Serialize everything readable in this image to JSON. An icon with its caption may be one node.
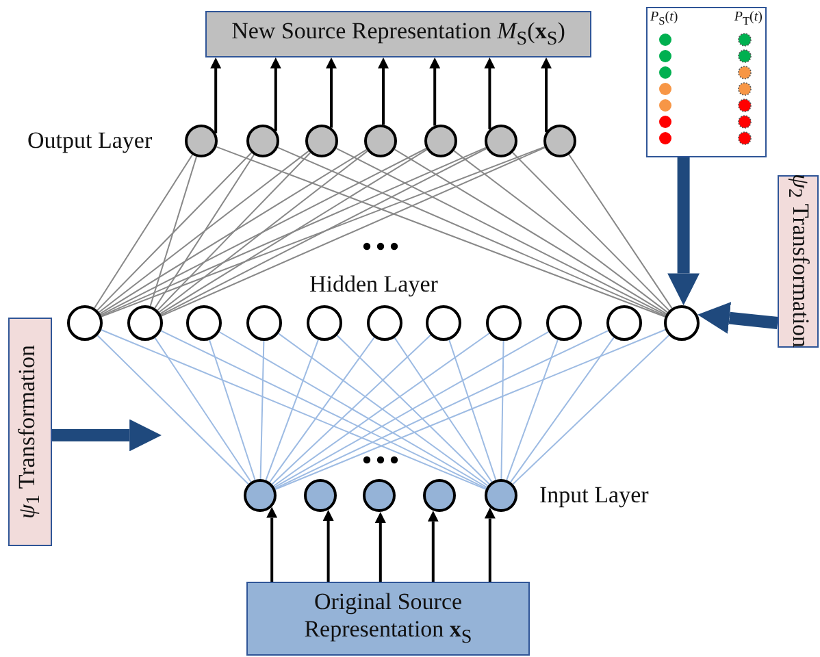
{
  "diagram": {
    "nodes": [
      {
        "text": [
          "New Source Representation *M*$_{S}$(**x**$_{S}$)"
        ]
      },
      {
        "text": [
          "*P*$_{S}$(*t*)",
          "*P*$_{T}$(*t*)"
        ]
      },
      {
        "text": [],
        "shape": "circle"
      },
      {
        "text": [],
        "shape": "circle"
      },
      {
        "text": [],
        "shape": "circle"
      },
      {
        "text": [],
        "shape": "circle"
      },
      {
        "text": [],
        "shape": "circle"
      },
      {
        "text": [],
        "shape": "circle"
      },
      {
        "text": [],
        "shape": "circle"
      },
      {
        "text": [
          "*ψ*$_{2}$ Transformation"
        ]
      },
      {
        "text": [],
        "shape": "circle"
      },
      {
        "text": [],
        "shape": "circle"
      },
      {
        "text": [],
        "shape": "circle"
      },
      {
        "text": [],
        "shape": "circle"
      },
      {
        "text": [],
        "shape": "circle"
      },
      {
        "text": [],
        "shape": "circle"
      },
      {
        "text": [],
        "shape": "circle"
      },
      {
        "text": [],
        "shape": "circle"
      },
      {
        "text": [],
        "shape": "circle"
      },
      {
        "text": [],
        "shape": "circle"
      },
      {
        "text": [],
        "shape": "circle"
      },
      {
        "text": [
          "*ψ*$_{1}$ Transformation"
        ]
      },
      {
        "text": [],
        "shape": "circle"
      },
      {
        "text": [],
        "shape": "circle"
      },
      {
        "text": [],
        "shape": "circle"
      },
      {
        "text": [],
        "shape": "circle"
      },
      {
        "text": [],
        "shape": "circle"
      },
      {
        "text": [
          "Original Source Representation **x**$_{S}$"
        ]
      }
    ],
    "edges": [
      {
        "from": 2,
        "to": 0,
        "arrow": "to",
        "color": "#000000"
      },
      {
        "from": 3,
        "to": 0,
        "arrow": "to",
        "color": "#000000"
      },
      {
        "from": 4,
        "to": 0,
        "arrow": "to",
        "color": "#000000"
      },
      {
        "from": 5,
        "to": 0,
        "arrow": "to",
        "color": "#000000"
      },
      {
        "from": 6,
        "to": 0,
        "arrow": "to",
        "color": "#000000"
      },
      {
        "from": 7,
        "to": 0,
        "arrow": "to",
        "color": "#000000"
      },
      {
        "from": 8,
        "to": 0,
        "arrow": "to",
        "color": "#000000"
      },
      {
        "from": 2,
        "to": 10,
        "arrow": "none",
        "color": "#888888"
      },
      {
        "from": 2,
        "to": 11,
        "arrow": "none",
        "color": "#888888"
      },
      {
        "from": 2,
        "to": 20,
        "arrow": "none",
        "color": "#888888"
      },
      {
        "from": 3,
        "to": 10,
        "arrow": "none",
        "color": "#888888"
      },
      {
        "from": 3,
        "to": 11,
        "arrow": "none",
        "color": "#888888"
      },
      {
        "from": 3,
        "to": 20,
        "arrow": "none",
        "color": "#888888"
      },
      {
        "from": 4,
        "to": 10,
        "arrow": "none",
        "color": "#888888"
      },
      {
        "from": 4,
        "to": 11,
        "arrow": "none",
        "color": "#888888"
      },
      {
        "from": 4,
        "to": 20,
        "arrow": "none",
        "color": "#888888"
      },
      {
        "from": 5,
        "to": 10,
        "arrow": "none",
        "color": "#888888"
      },
      {
        "from": 5,
        "to": 11,
        "arrow": "none",
        "color": "#888888"
      },
      {
        "from": 5,
        "to": 20,
        "arrow": "none",
        "color": "#888888"
      },
      {
        "from": 6,
        "to": 10,
        "arrow": "none",
        "color": "#888888"
      },
      {
        "from": 6,
        "to": 11,
        "arrow": "none",
        "color": "#888888"
      },
      {
        "from": 6,
        "to": 20,
        "arrow": "none",
        "color": "#888888"
      },
      {
        "from": 7,
        "to": 10,
        "arrow": "none",
        "color": "#888888"
      },
      {
        "from": 7,
        "to": 11,
        "arrow": "none",
        "color": "#888888"
      },
      {
        "from": 7,
        "to": 20,
        "arrow": "none",
        "color": "#888888"
      },
      {
        "from": 8,
        "to": 10,
        "arrow": "none",
        "color": "#888888"
      },
      {
        "from": 8,
        "to": 11,
        "arrow": "none",
        "color": "#888888"
      },
      {
        "from": 8,
        "to": 20,
        "arrow": "none",
        "color": "#888888"
      },
      {
        "from": 10,
        "to": 22,
        "arrow": "none",
        "color": "#9dbbe3"
      },
      {
        "from": 11,
        "to": 22,
        "arrow": "none",
        "color": "#9dbbe3"
      },
      {
        "from": 12,
        "to": 22,
        "arrow": "none",
        "color": "#9dbbe3"
      },
      {
        "from": 13,
        "to": 22,
        "arrow": "none",
        "color": "#9dbbe3"
      },
      {
        "from": 14,
        "to": 22,
        "arrow": "none",
        "color": "#9dbbe3"
      },
      {
        "from": 15,
        "to": 22,
        "arrow": "none",
        "color": "#9dbbe3"
      },
      {
        "from": 16,
        "to": 22,
        "arrow": "none",
        "color": "#9dbbe3"
      },
      {
        "from": 17,
        "to": 22,
        "arrow": "none",
        "color": "#9dbbe3"
      },
      {
        "from": 18,
        "to": 22,
        "arrow": "none",
        "color": "#9dbbe3"
      },
      {
        "from": 19,
        "to": 22,
        "arrow": "none",
        "color": "#9dbbe3"
      },
      {
        "from": 20,
        "to": 22,
        "arrow": "none",
        "color": "#9dbbe3"
      },
      {
        "from": 10,
        "to": 26,
        "arrow": "none",
        "color": "#9dbbe3"
      },
      {
        "from": 11,
        "to": 26,
        "arrow": "none",
        "color": "#9dbbe3"
      },
      {
        "from": 12,
        "to": 26,
        "arrow": "none",
        "color": "#9dbbe3"
      },
      {
        "from": 13,
        "to": 26,
        "arrow": "none",
        "color": "#9dbbe3"
      },
      {
        "from": 14,
        "to": 26,
        "arrow": "none",
        "color": "#9dbbe3"
      },
      {
        "from": 15,
        "to": 26,
        "arrow": "none",
        "color": "#9dbbe3"
      },
      {
        "from": 16,
        "to": 26,
        "arrow": "none",
        "color": "#9dbbe3"
      },
      {
        "from": 17,
        "to": 26,
        "arrow": "none",
        "color": "#9dbbe3"
      },
      {
        "from": 18,
        "to": 26,
        "arrow": "none",
        "color": "#9dbbe3"
      },
      {
        "from": 19,
        "to": 26,
        "arrow": "none",
        "color": "#9dbbe3"
      },
      {
        "from": 20,
        "to": 26,
        "arrow": "none",
        "color": "#9dbbe3"
      },
      {
        "from": 27,
        "to": 22,
        "arrow": "to",
        "color": "#000000"
      },
      {
        "from": 27,
        "to": 23,
        "arrow": "to",
        "color": "#000000"
      },
      {
        "from": 27,
        "to": 24,
        "arrow": "to",
        "color": "#000000"
      },
      {
        "from": 27,
        "to": 25,
        "arrow": "to",
        "color": "#000000"
      },
      {
        "from": 27,
        "to": 26,
        "arrow": "to",
        "color": "#000000"
      },
      {
        "from": 21,
        "to": null,
        "arrow": "to",
        "style": "thick",
        "color": "#1f497d"
      },
      {
        "from": 1,
        "to": 20,
        "arrow": "to",
        "style": "thick",
        "color": "#1f497d"
      },
      {
        "from": 9,
        "to": 20,
        "arrow": "to",
        "style": "thick",
        "color": "#1f497d"
      }
    ],
    "labels": [
      "Output Layer",
      "Hidden Layer",
      "Input Layer"
    ]
  }
}
